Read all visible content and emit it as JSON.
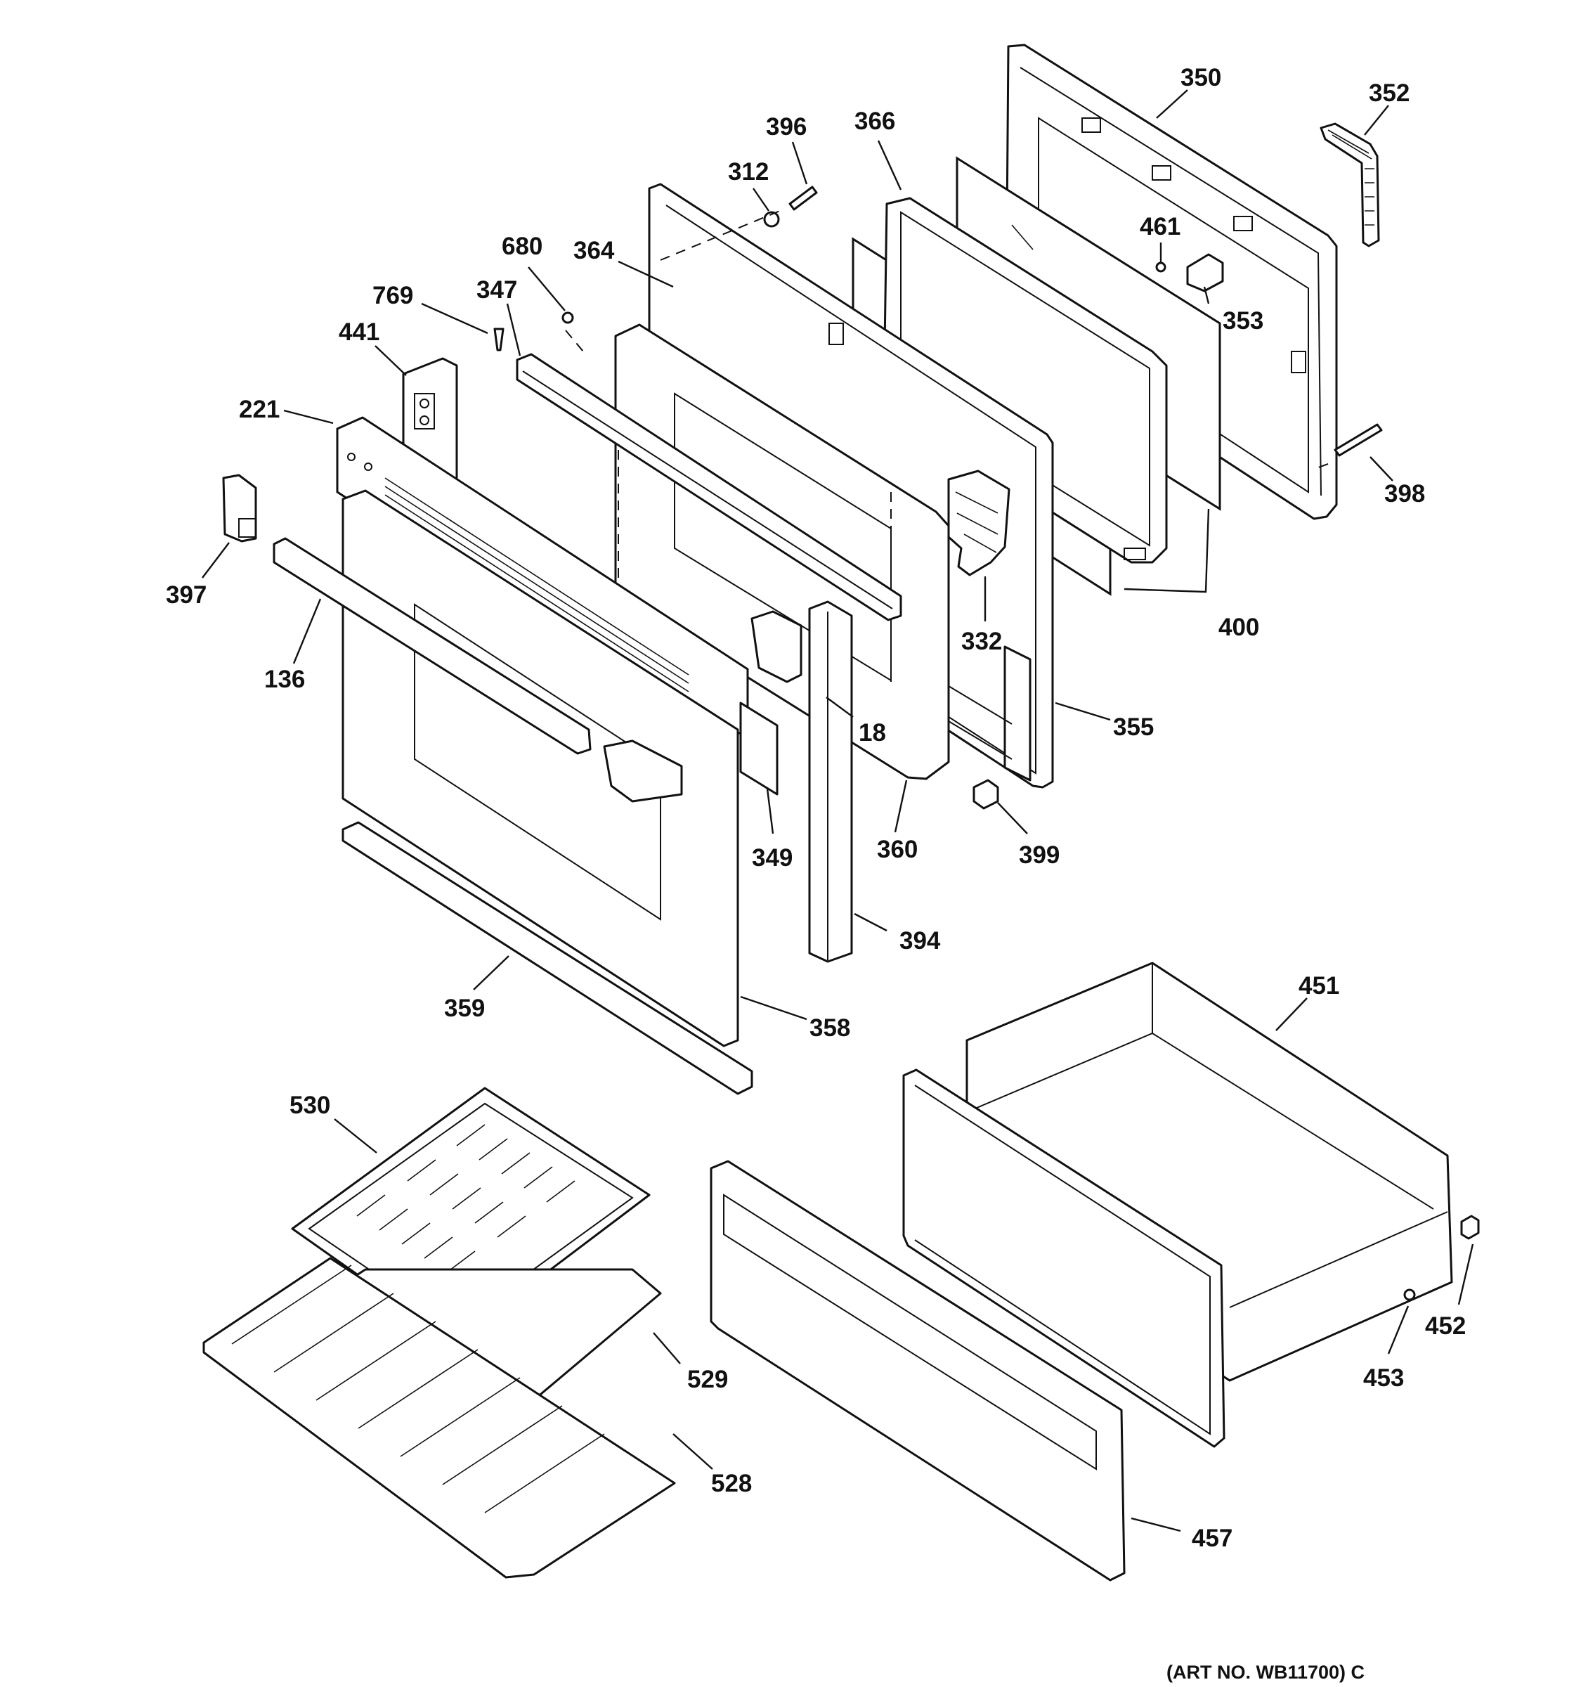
{
  "labels": {
    "p350": "350",
    "p352": "352",
    "p396": "396",
    "p366": "366",
    "p312": "312",
    "p461": "461",
    "p680": "680",
    "p364": "364",
    "p353": "353",
    "p769": "769",
    "p347": "347",
    "p441": "441",
    "p221": "221",
    "p398": "398",
    "p397": "397",
    "p400": "400",
    "p332": "332",
    "p136": "136",
    "p18": "18",
    "p355": "355",
    "p349": "349",
    "p360": "360",
    "p399": "399",
    "p394": "394",
    "p359": "359",
    "p358": "358",
    "p451": "451",
    "p530": "530",
    "p452": "452",
    "p453": "453",
    "p529": "529",
    "p528": "528",
    "p457": "457"
  },
  "art_number": "(ART NO. WB11700) C"
}
